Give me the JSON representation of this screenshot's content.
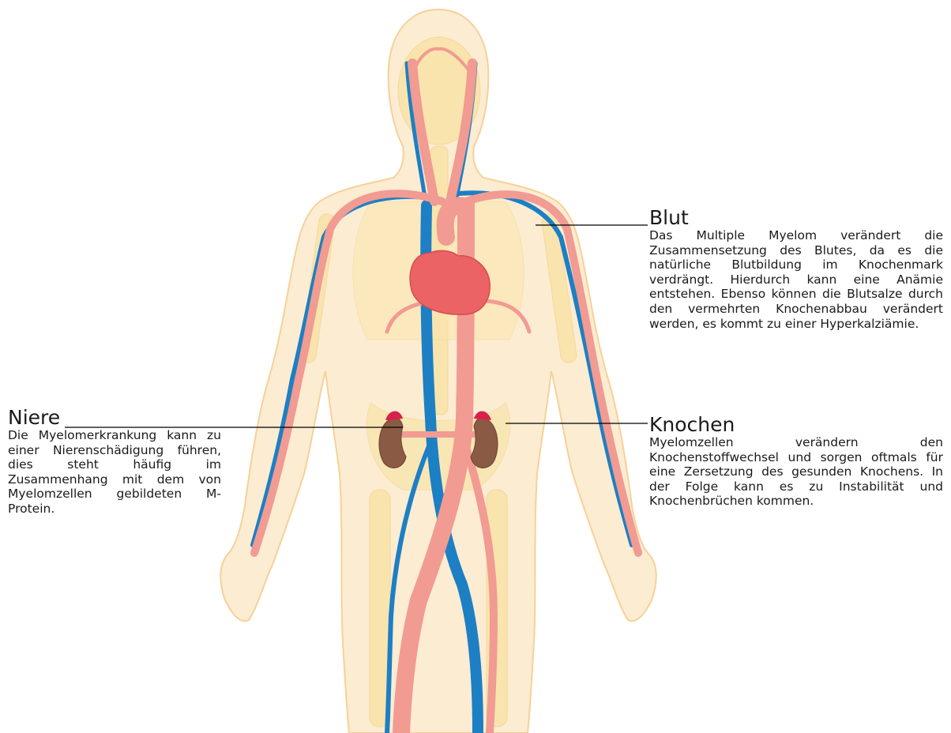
{
  "annotations": {
    "niere": {
      "title": "Niere",
      "text": "Die Myelomerkrankung kann zu einer Nierenschädigung führen, dies steht häufig im Zusammenhang mit dem von Myelomzellen gebildeten M-Protein."
    },
    "blut": {
      "title": "Blut",
      "text": "Das Multiple Myelom verändert die Zusammensetzung des Blutes, da es die natürliche Blutbildung im Knochenmark verdrängt. Hierdurch kann eine Anämie entstehen. Ebenso können die Blutsalze durch den vermehrten Knochenabbau verändert werden, es kommt zu einer Hyperkalziämie."
    },
    "knochen": {
      "title": "Knochen",
      "text": "Myelomzellen verändern den Knochenstoffwechsel und sorgen oftmals für eine Zersetzung des gesunden Knochens. In der Folge kann es zu Instabilität und Knochenbrüchen kommen."
    }
  },
  "colors": {
    "body_fill": "#fcebd0",
    "body_outline": "#f6cf93",
    "bone": "#f8e3a8",
    "artery": "#f19b92",
    "artery_dark": "#e07a72",
    "vein": "#1d7fc4",
    "heart": "#ec6366",
    "kidney": "#8b5a44",
    "kidney_top": "#d8204a",
    "leader_line": "#000000"
  }
}
